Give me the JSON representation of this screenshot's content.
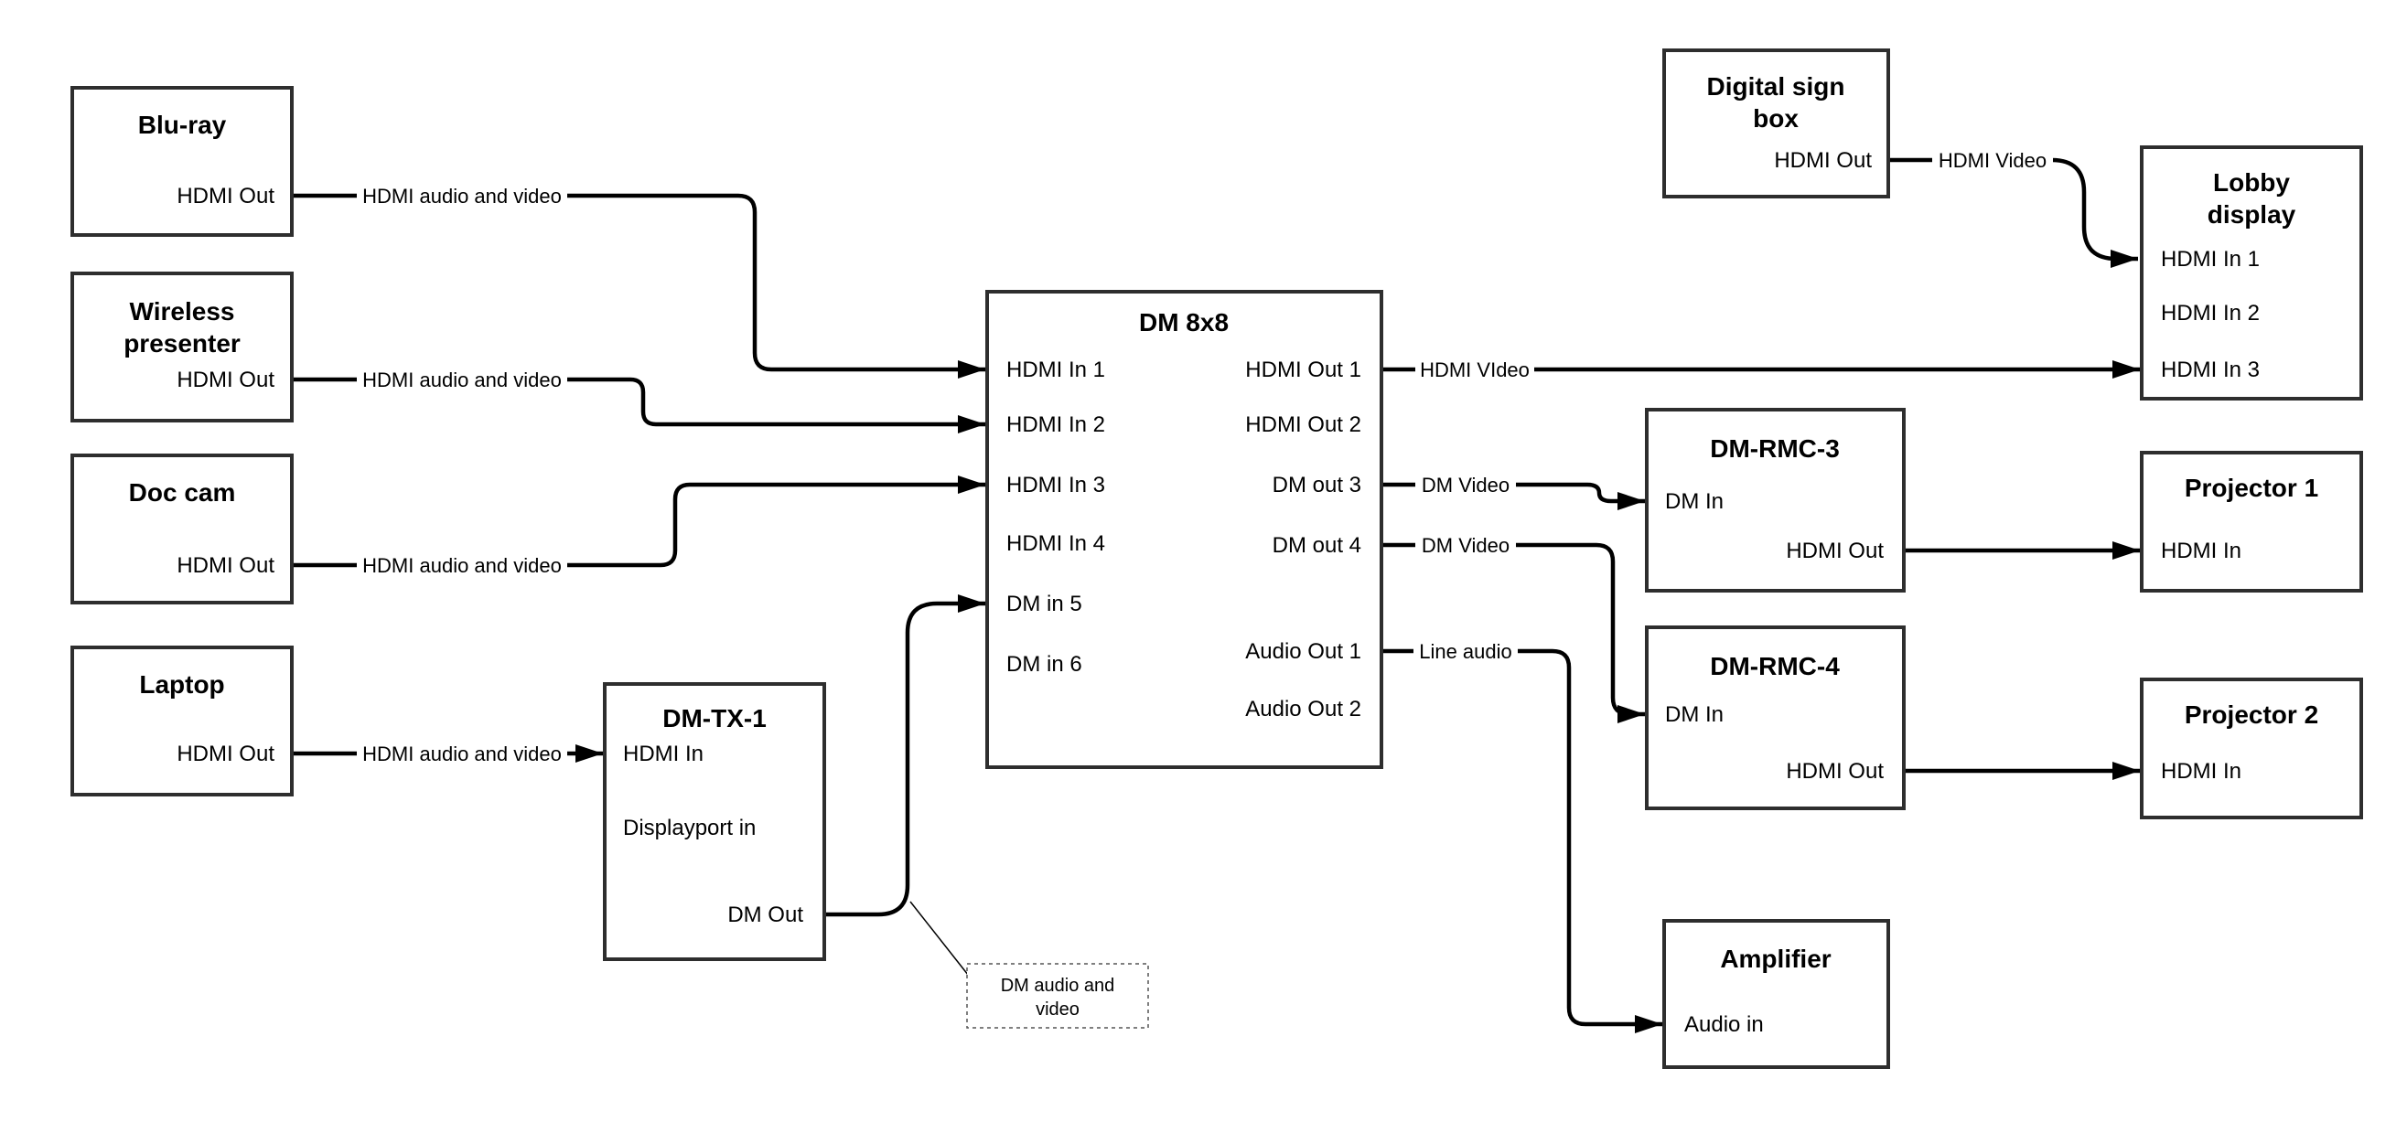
{
  "diagram": {
    "background_color": "#ffffff",
    "wire_color": "#000000",
    "box_border_color": "#2e2e2e"
  },
  "nodes": {
    "bluray": {
      "title_lines": [
        "Blu-ray"
      ],
      "ports": {
        "hdmi_out": "HDMI Out"
      }
    },
    "wireless": {
      "title_lines": [
        "Wireless",
        "presenter"
      ],
      "ports": {
        "hdmi_out": "HDMI Out"
      }
    },
    "doccam": {
      "title_lines": [
        "Doc cam"
      ],
      "ports": {
        "hdmi_out": "HDMI Out"
      }
    },
    "laptop": {
      "title_lines": [
        "Laptop"
      ],
      "ports": {
        "hdmi_out": "HDMI Out"
      }
    },
    "dmtx1": {
      "title_lines": [
        "DM-TX-1"
      ],
      "ports": {
        "hdmi_in": "HDMI In",
        "displayport_in": "Displayport in",
        "dm_out": "DM Out"
      }
    },
    "dm8x8": {
      "title_lines": [
        "DM 8x8"
      ],
      "ports": {
        "in1": "HDMI In 1",
        "in2": "HDMI In 2",
        "in3": "HDMI In 3",
        "in4": "HDMI In 4",
        "in5": "DM in 5",
        "in6": "DM in 6",
        "out1": "HDMI Out 1",
        "out2": "HDMI Out 2",
        "out3": "DM out 3",
        "out4": "DM out 4",
        "aout1": "Audio Out 1",
        "aout2": "Audio Out 2"
      }
    },
    "signbox": {
      "title_lines": [
        "Digital sign",
        "box"
      ],
      "ports": {
        "hdmi_out": "HDMI Out"
      }
    },
    "lobby": {
      "title_lines": [
        "Lobby",
        "display"
      ],
      "ports": {
        "in1": "HDMI In 1",
        "in2": "HDMI In 2",
        "in3": "HDMI In 3"
      }
    },
    "dmrmc3": {
      "title_lines": [
        "DM-RMC-3"
      ],
      "ports": {
        "dm_in": "DM In",
        "hdmi_out": "HDMI Out"
      }
    },
    "proj1": {
      "title_lines": [
        "Projector 1"
      ],
      "ports": {
        "hdmi_in": "HDMI In"
      }
    },
    "dmrmc4": {
      "title_lines": [
        "DM-RMC-4"
      ],
      "ports": {
        "dm_in": "DM In",
        "hdmi_out": "HDMI Out"
      }
    },
    "proj2": {
      "title_lines": [
        "Projector 2"
      ],
      "ports": {
        "hdmi_in": "HDMI In"
      }
    },
    "amp": {
      "title_lines": [
        "Amplifier"
      ],
      "ports": {
        "audio_in": "Audio in"
      }
    }
  },
  "connections": {
    "bluray_to_dm8x8": {
      "label": "HDMI audio and video"
    },
    "wireless_to_dm8x8": {
      "label": "HDMI audio and video"
    },
    "doccam_to_dm8x8": {
      "label": "HDMI audio and video"
    },
    "laptop_to_dmtx1": {
      "label": "HDMI audio and video"
    },
    "dmtx1_to_dm8x8": {
      "label": ""
    },
    "out1_to_lobby": {
      "label": "HDMI VIdeo"
    },
    "out3_to_dmrmc3": {
      "label": "DM Video"
    },
    "out4_to_dmrmc4": {
      "label": "DM Video"
    },
    "aout1_to_amp": {
      "label": "Line audio"
    },
    "dmrmc3_to_proj1": {
      "label": ""
    },
    "dmrmc4_to_proj2": {
      "label": ""
    },
    "signbox_to_lobby": {
      "label": "HDMI Video"
    }
  },
  "note": {
    "lines": [
      "DM audio and",
      "video"
    ]
  }
}
